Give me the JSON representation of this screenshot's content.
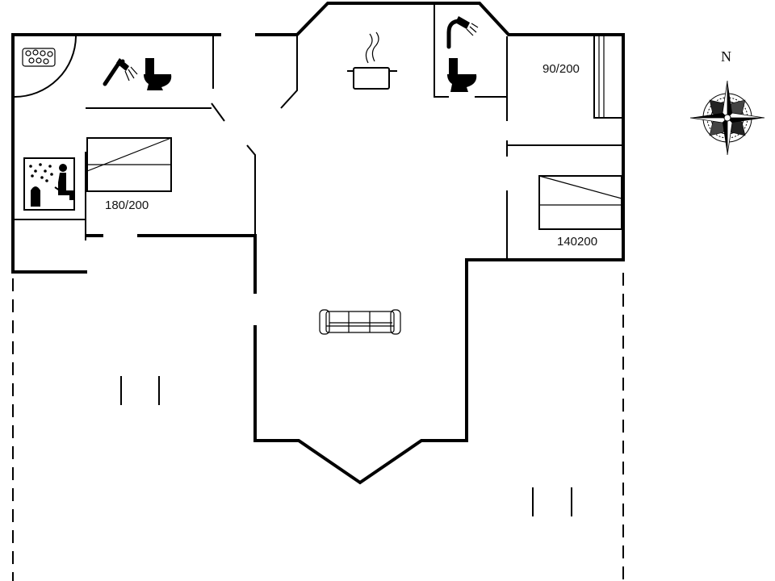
{
  "bed_labels": {
    "bedroom_left": "180/200",
    "bedroom_top_right": "90/200",
    "bedroom_right": "140200"
  },
  "compass": {
    "north_label": "N"
  },
  "icons": [
    "jacuzzi-icon",
    "shower-icon",
    "toilet-icon",
    "cooking-pot-icon",
    "sauna-icon",
    "sofa-icon",
    "compass-rose-icon"
  ]
}
